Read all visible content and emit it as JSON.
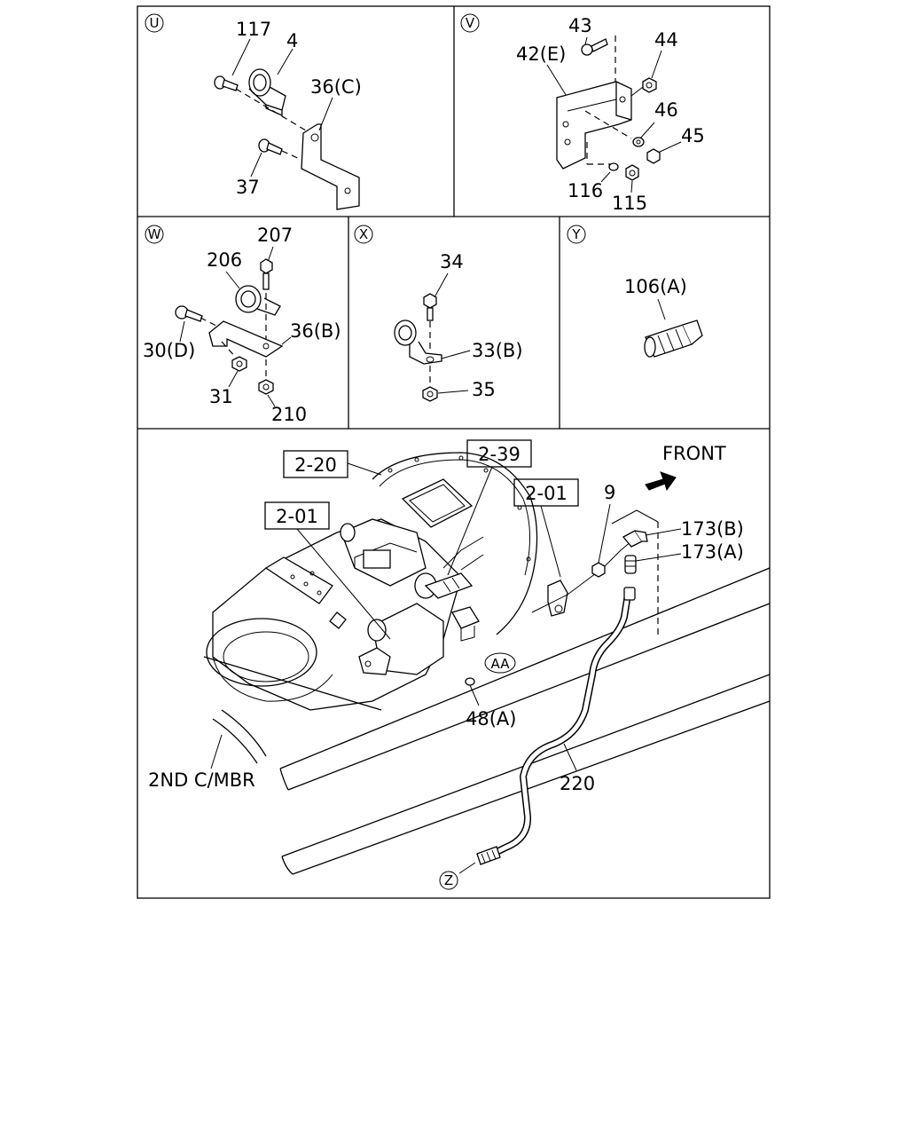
{
  "panels": {
    "u": {
      "letter": "U",
      "labels": {
        "l117": "117",
        "l4": "4",
        "l36c": "36(C)",
        "l37": "37"
      }
    },
    "v": {
      "letter": "V",
      "labels": {
        "l43": "43",
        "l42e": "42(E)",
        "l44": "44",
        "l46": "46",
        "l45": "45",
        "l116": "116",
        "l115": "115"
      }
    },
    "w": {
      "letter": "W",
      "labels": {
        "l207": "207",
        "l206": "206",
        "l36b": "36(B)",
        "l30d": "30(D)",
        "l31": "31",
        "l210": "210"
      }
    },
    "x": {
      "letter": "X",
      "labels": {
        "l34": "34",
        "l33b": "33(B)",
        "l35": "35"
      }
    },
    "y": {
      "letter": "Y",
      "labels": {
        "l106a": "106(A)"
      }
    }
  },
  "main": {
    "refs": {
      "r220": "2-20",
      "r239": "2-39",
      "r201a": "2-01",
      "r201b": "2-01"
    },
    "front_label": "FRONT",
    "labels": {
      "l9": "9",
      "l173b": "173(B)",
      "l173a": "173(A)",
      "aa": "AA",
      "l48a": "48(A)",
      "l220": "220",
      "z": "Z",
      "member": "2ND C/MBR"
    }
  }
}
